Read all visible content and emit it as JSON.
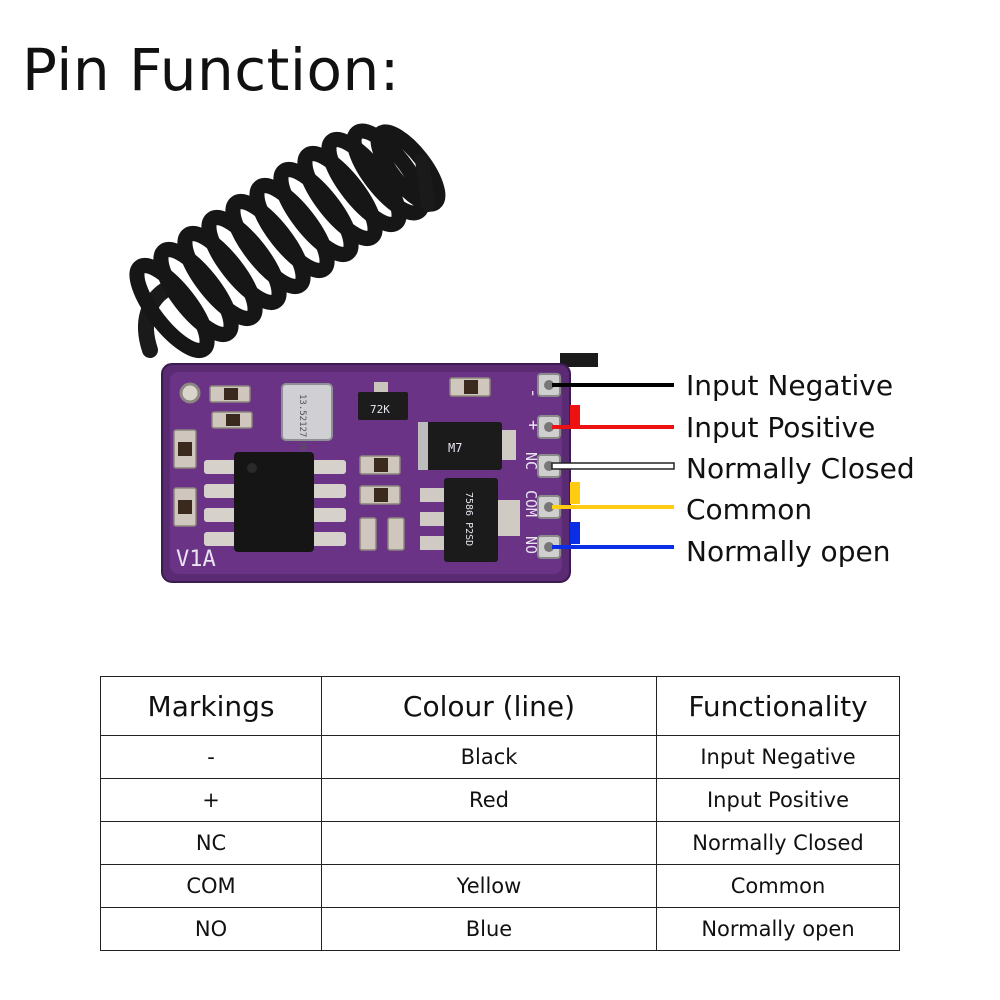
{
  "page": {
    "title": "Pin Function:"
  },
  "board": {
    "marking": "V1A",
    "chips": {
      "crystal": "13.52127 MHZ",
      "transistor": "72K",
      "diode": "M7",
      "regulator": "7586 P2SD"
    },
    "pin_labels": [
      "-",
      "+",
      "NC",
      "COM",
      "NO"
    ]
  },
  "pins": [
    {
      "label": "Input Negative",
      "color": "#000000"
    },
    {
      "label": "Input Positive",
      "color": "#ee1111"
    },
    {
      "label": "Normally Closed",
      "color": "#ffffff"
    },
    {
      "label": "Common",
      "color": "#ffcc11"
    },
    {
      "label": "Normally open",
      "color": "#0a2ee6"
    }
  ],
  "table": {
    "headers": [
      "Markings",
      "Colour (line)",
      "Functionality"
    ],
    "rows": [
      [
        "-",
        "Black",
        "Input Negative"
      ],
      [
        "+",
        "Red",
        "Input Positive"
      ],
      [
        "NC",
        "",
        "Normally Closed"
      ],
      [
        "COM",
        "Yellow",
        "Common"
      ],
      [
        "NO",
        "Blue",
        "Normally open"
      ]
    ]
  }
}
